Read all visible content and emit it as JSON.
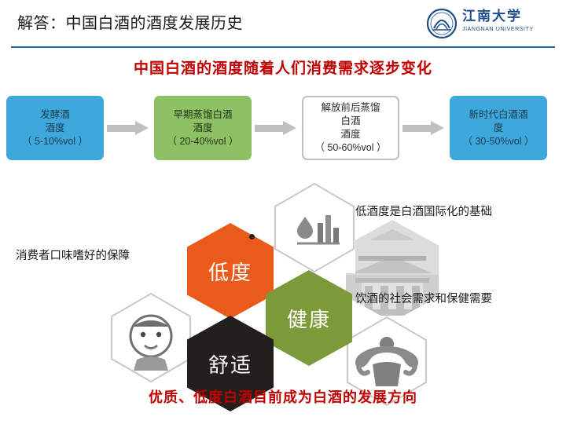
{
  "header": {
    "title": "解答：中国白酒的酒度发展历史",
    "logo": {
      "cn": "江南大学",
      "en": "JIANGNAN UNIVERSITY",
      "mark": "university-crest-icon"
    },
    "rule_color": "#2e5fa3"
  },
  "subtitle": "中国白酒的酒度随着人们消费需求逐步变化",
  "flow": {
    "arrow_color": "#bfbfbf",
    "steps": [
      {
        "lines": [
          "发酵酒",
          "酒度",
          "（ 5-10%vol ）"
        ],
        "color": "#3ea8dd"
      },
      {
        "lines": [
          "早期蒸馏白酒",
          "酒度",
          "（ 20-40%vol ）"
        ],
        "color": "#8dc163"
      },
      {
        "lines": [
          "解放前后蒸馏",
          "白酒",
          "酒度",
          "（ 50-60%vol ）"
        ],
        "color": "#ffffff"
      },
      {
        "lines": [
          "新时代白酒酒",
          "度",
          "（ 30-50%vol ）"
        ],
        "color": "#3ea8dd"
      }
    ]
  },
  "hex_diagram": {
    "cells": [
      {
        "label": "低度",
        "color": "#ea5b1b",
        "name": "hex-low-alcohol"
      },
      {
        "label": "健康",
        "color": "#7d9a3a",
        "name": "hex-health"
      },
      {
        "label": "舒适",
        "color": "#231f1c",
        "name": "hex-comfort"
      }
    ],
    "icons": [
      {
        "name": "factory-droplet-icon"
      },
      {
        "name": "face-person-icon"
      },
      {
        "name": "strong-person-icon"
      },
      {
        "name": "architecture-photo"
      }
    ],
    "notes": [
      "低酒度是白酒国际化的基础",
      "消费者口味嗜好的保障",
      "饮酒的社会需求和保健需要"
    ]
  },
  "footer": "优质、低度白酒目前成为白酒的发展方向"
}
